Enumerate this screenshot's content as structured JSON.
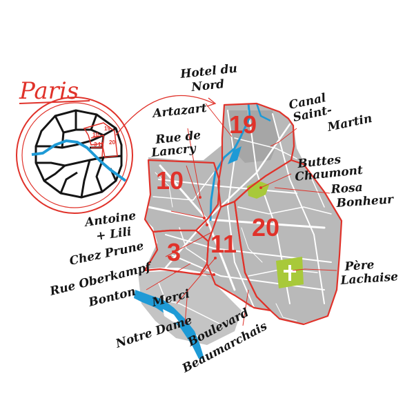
{
  "map": {
    "title": "Paris",
    "inset_numbers": [
      "19",
      "10",
      "20",
      "3",
      "11"
    ],
    "arrondissements": [
      "19",
      "10",
      "20",
      "3",
      "11"
    ],
    "places": [
      "Hotel du",
      "Nord",
      "Artazart",
      "Canal",
      "Saint-",
      "Martin",
      "Rue de",
      "Lancry",
      "Buttes",
      "Chaumont",
      "Rosa",
      "Bonheur",
      "Antoine",
      "+ Lili",
      "Chez Prune",
      "Rue Oberkampf",
      "Bonton",
      "Merci",
      "Notre Dame",
      "Boulevard",
      "Beaumarchais",
      "Père",
      "Lachaise"
    ],
    "colors": {
      "accent_red": "#e0322a",
      "water_blue": "#1e9ad6",
      "park_green": "#a8c93a",
      "map_gray": "#b9b9b9",
      "ink": "#151515"
    }
  }
}
